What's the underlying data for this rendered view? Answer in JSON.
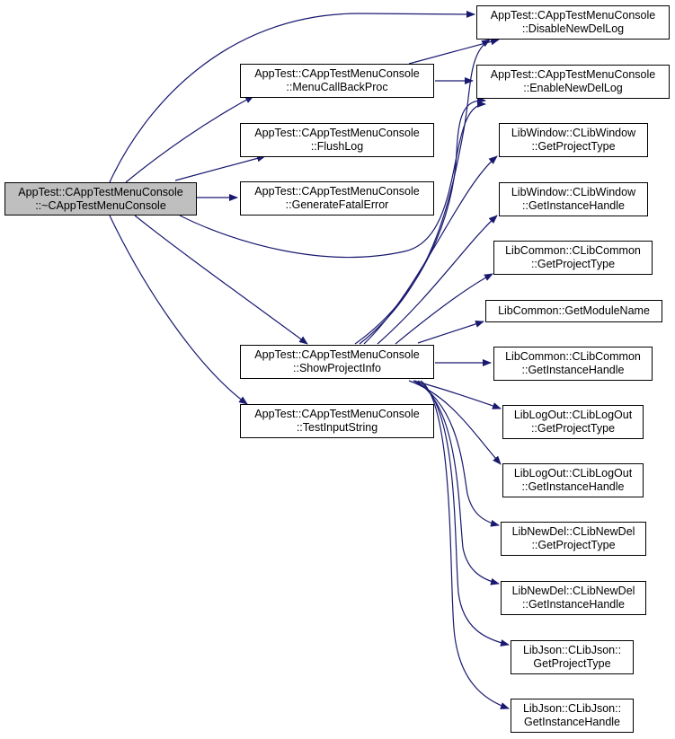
{
  "colors": {
    "edge": "#191970",
    "node_border": "#000000",
    "node_fill": "#ffffff",
    "root_fill": "#bfbfbf"
  },
  "nodes": {
    "root": {
      "line1": "AppTest::CAppTestMenuConsole",
      "line2": "::~CAppTestMenuConsole"
    },
    "menu_callback": {
      "line1": "AppTest::CAppTestMenuConsole",
      "line2": "::MenuCallBackProc"
    },
    "flush_log": {
      "line1": "AppTest::CAppTestMenuConsole",
      "line2": "::FlushLog"
    },
    "generate_fatal": {
      "line1": "AppTest::CAppTestMenuConsole",
      "line2": "::GenerateFatalError"
    },
    "show_project_info": {
      "line1": "AppTest::CAppTestMenuConsole",
      "line2": "::ShowProjectInfo"
    },
    "test_input_string": {
      "line1": "AppTest::CAppTestMenuConsole",
      "line2": "::TestInputString"
    },
    "disable_newdellog": {
      "line1": "AppTest::CAppTestMenuConsole",
      "line2": "::DisableNewDelLog"
    },
    "enable_newdellog": {
      "line1": "AppTest::CAppTestMenuConsole",
      "line2": "::EnableNewDelLog"
    },
    "libwindow_projecttype": {
      "line1": "LibWindow::CLibWindow",
      "line2": "::GetProjectType"
    },
    "libwindow_instance": {
      "line1": "LibWindow::CLibWindow",
      "line2": "::GetInstanceHandle"
    },
    "libcommon_projecttype": {
      "line1": "LibCommon::CLibCommon",
      "line2": "::GetProjectType"
    },
    "libcommon_modulename": {
      "line1": "LibCommon::GetModuleName",
      "line2": ""
    },
    "libcommon_instance": {
      "line1": "LibCommon::CLibCommon",
      "line2": "::GetInstanceHandle"
    },
    "liblogout_projecttype": {
      "line1": "LibLogOut::CLibLogOut",
      "line2": "::GetProjectType"
    },
    "liblogout_instance": {
      "line1": "LibLogOut::CLibLogOut",
      "line2": "::GetInstanceHandle"
    },
    "libnewdel_projecttype": {
      "line1": "LibNewDel::CLibNewDel",
      "line2": "::GetProjectType"
    },
    "libnewdel_instance": {
      "line1": "LibNewDel::CLibNewDel",
      "line2": "::GetInstanceHandle"
    },
    "libjson_projecttype": {
      "line1": "LibJson::CLibJson::",
      "line2": "GetProjectType"
    },
    "libjson_instance": {
      "line1": "LibJson::CLibJson::",
      "line2": "GetInstanceHandle"
    }
  },
  "edges": [
    {
      "from": "root",
      "to": "disable_newdellog"
    },
    {
      "from": "root",
      "to": "menu_callback"
    },
    {
      "from": "root",
      "to": "flush_log"
    },
    {
      "from": "root",
      "to": "generate_fatal"
    },
    {
      "from": "root",
      "to": "enable_newdellog"
    },
    {
      "from": "root",
      "to": "show_project_info"
    },
    {
      "from": "root",
      "to": "test_input_string"
    },
    {
      "from": "menu_callback",
      "to": "disable_newdellog"
    },
    {
      "from": "menu_callback",
      "to": "enable_newdellog"
    },
    {
      "from": "show_project_info",
      "to": "disable_newdellog"
    },
    {
      "from": "show_project_info",
      "to": "enable_newdellog"
    },
    {
      "from": "show_project_info",
      "to": "libwindow_projecttype"
    },
    {
      "from": "show_project_info",
      "to": "libwindow_instance"
    },
    {
      "from": "show_project_info",
      "to": "libcommon_projecttype"
    },
    {
      "from": "show_project_info",
      "to": "libcommon_modulename"
    },
    {
      "from": "show_project_info",
      "to": "libcommon_instance"
    },
    {
      "from": "show_project_info",
      "to": "liblogout_projecttype"
    },
    {
      "from": "show_project_info",
      "to": "liblogout_instance"
    },
    {
      "from": "show_project_info",
      "to": "libnewdel_projecttype"
    },
    {
      "from": "show_project_info",
      "to": "libnewdel_instance"
    },
    {
      "from": "show_project_info",
      "to": "libjson_projecttype"
    },
    {
      "from": "show_project_info",
      "to": "libjson_instance"
    }
  ]
}
